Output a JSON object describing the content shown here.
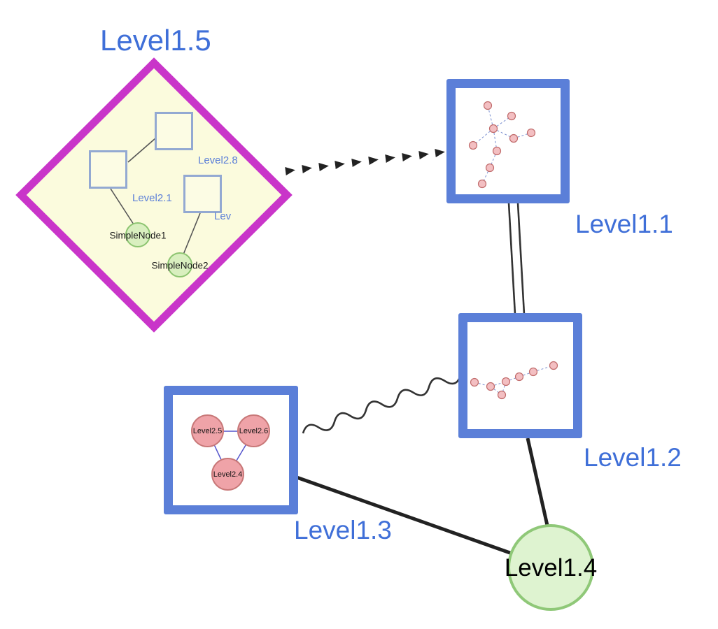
{
  "nodes": {
    "level15": {
      "label": "Level1.5",
      "shape": "diamond"
    },
    "level11": {
      "label": "Level1.1",
      "shape": "square"
    },
    "level12": {
      "label": "Level1.2",
      "shape": "square"
    },
    "level13": {
      "label": "Level1.3",
      "shape": "square"
    },
    "level14": {
      "label": "Level1.4",
      "shape": "circle"
    }
  },
  "level15_contents": {
    "square_labels": {
      "level28": "Level2.8",
      "level21": "Level2.1",
      "lev": "Lev"
    },
    "simple_nodes": {
      "node1": "SimpleNode1",
      "node2": "SimpleNode2"
    }
  },
  "level13_contents": {
    "circle1": "Level2.5",
    "circle2": "Level2.6",
    "circle3": "Level2.4"
  },
  "edges": {
    "l15_l11": "dashed-arrow",
    "l11_l12": "double-line",
    "l13_l12": "wavy-line",
    "l13_l14": "solid-line",
    "l12_l14": "solid-line"
  },
  "colors": {
    "label_blue": "#3f6fd8",
    "diamond_border": "#c935c9",
    "diamond_fill": "#fbfbdd",
    "box_border": "#5b7fd8",
    "green_fill": "#d9efbf",
    "green_border": "#8cc470",
    "pink_fill": "#efa3a8",
    "pink_border": "#c87878",
    "edge_black": "#222222"
  }
}
